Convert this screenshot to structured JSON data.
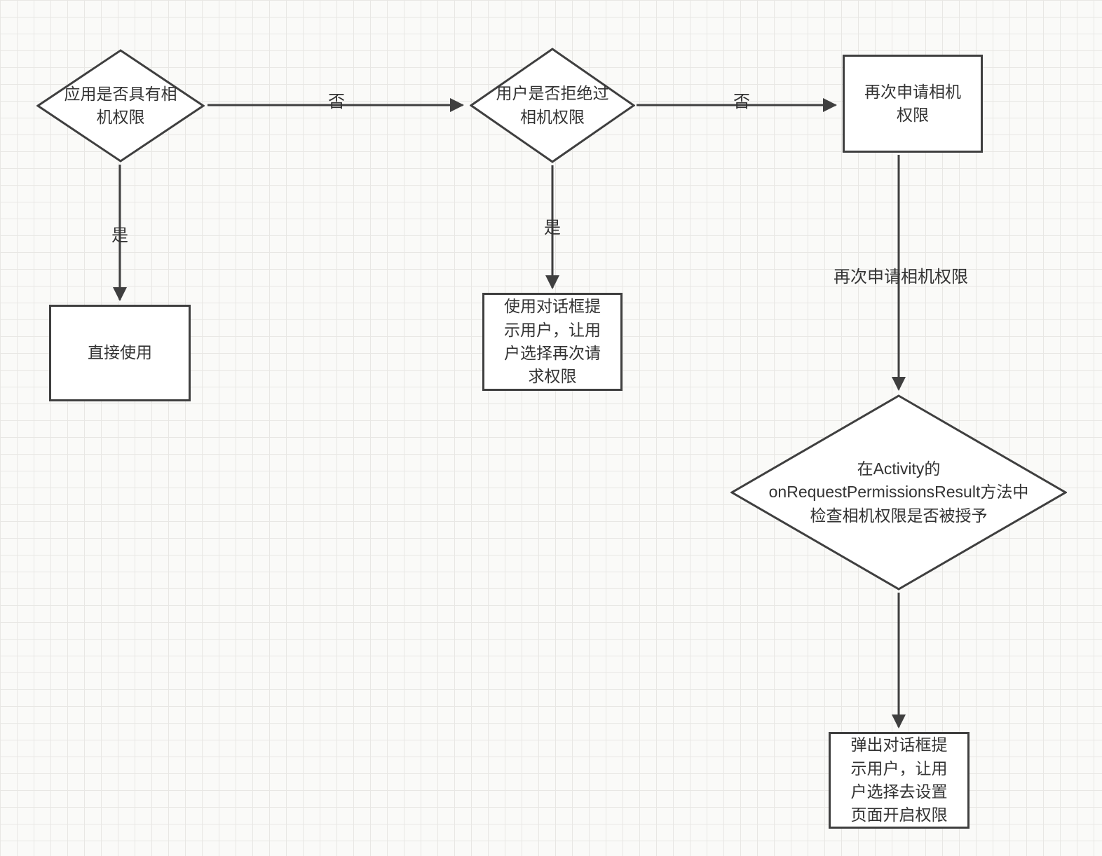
{
  "diagram": {
    "nodes": {
      "has_permission": {
        "label": "应用是否具有相机权限",
        "shape": "decision"
      },
      "use_directly": {
        "label": "直接使用",
        "shape": "process"
      },
      "denied_before": {
        "label": "用户是否拒绝过相机权限",
        "shape": "decision"
      },
      "dialog_request_again": {
        "label": "使用对话框提示用户，让用户选择再次请求权限",
        "shape": "process"
      },
      "request_permission_again": {
        "label": "再次申请相机权限",
        "shape": "process"
      },
      "check_grant_result": {
        "label": "在Activity的onRequestPermissionsResult方法中检查相机权限是否被授予",
        "shape": "decision"
      },
      "dialog_goto_settings": {
        "label": "弹出对话框提示用户，让用户选择去设置页面开启权限",
        "shape": "process"
      }
    },
    "edge_labels": {
      "yes_1": "是",
      "no_1": "否",
      "yes_2": "是",
      "no_2": "否",
      "request_again": "再次申请相机权限"
    },
    "colors": {
      "stroke": "#3f3f3f",
      "text": "#333333",
      "node_fill": "#ffffff",
      "grid_line": "#e8e7e4",
      "background": "#fafaf8"
    }
  }
}
